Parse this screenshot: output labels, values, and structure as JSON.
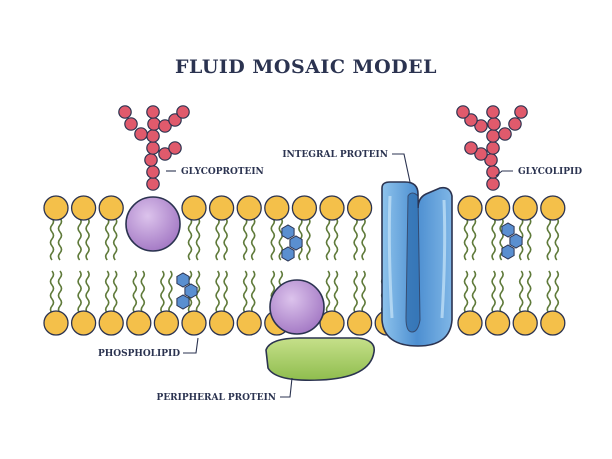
{
  "title": "FLUID MOSAIC MODEL",
  "labels": {
    "glycoprotein": "GLYCOPROTEIN",
    "integral_protein": "INTEGRAL PROTEIN",
    "glycolipid": "GLYCOLIPID",
    "phospholipid": "PHOSPHOLIPID",
    "peripheral_protein": "PERIPHERAL PROTEIN"
  },
  "colors": {
    "phospholipid_head": "#f4c04a",
    "phospholipid_tail": "#5f7a3a",
    "sugar": "#e05a6c",
    "cholesterol": "#5a8fd0",
    "integral_protein": "#5f9fd8",
    "glycoprotein_body": "#b88ad0",
    "peripheral_protein": "#9cc85a",
    "outline": "#2b3350"
  }
}
